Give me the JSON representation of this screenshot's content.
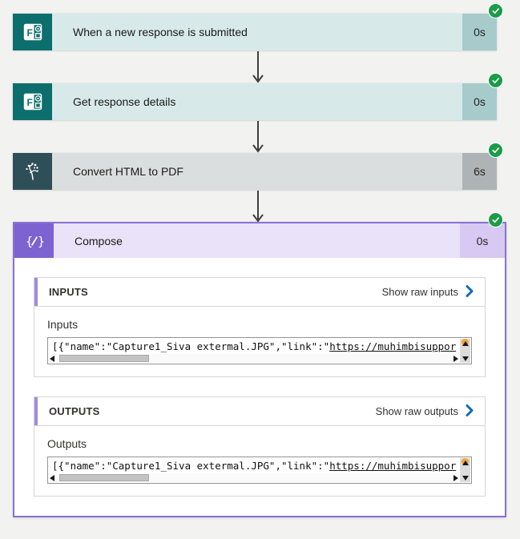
{
  "steps": [
    {
      "title": "When a new response is submitted",
      "duration": "0s",
      "status": "succeeded",
      "icon": "ms-forms-icon"
    },
    {
      "title": "Get response details",
      "duration": "0s",
      "status": "succeeded",
      "icon": "ms-forms-icon"
    },
    {
      "title": "Convert HTML to PDF",
      "duration": "6s",
      "status": "succeeded",
      "icon": "muhimbi-tree-icon"
    }
  ],
  "compose": {
    "title": "Compose",
    "duration": "0s",
    "status": "succeeded",
    "icon": "braces-pencil-icon",
    "inputs": {
      "header": "INPUTS",
      "raw_link": "Show raw inputs",
      "label": "Inputs",
      "value_prefix": "[{\"name\":\"Capture1_Siva extermal.JPG\",\"link\":\"",
      "value_link": "https://muhimbisuppor"
    },
    "outputs": {
      "header": "OUTPUTS",
      "raw_link": "Show raw outputs",
      "label": "Outputs",
      "value_prefix": "[{\"name\":\"Capture1_Siva extermal.JPG\",\"link\":\"",
      "value_link": "https://muhimbisuppor"
    }
  },
  "icons": {
    "success": "check-circle",
    "raw_chevron": "chevron-right",
    "connector": "arrow-down"
  },
  "colors": {
    "forms_teal": "#0d6f6d",
    "forms_bg": "#d8e9e9",
    "muhimbi_slate": "#2f4f58",
    "compose_purple": "#7d62d1",
    "compose_border": "#8673d2",
    "success_green": "#1a9c48",
    "link_blue": "#0f6cbd",
    "page_bg": "#f2f2f1"
  }
}
